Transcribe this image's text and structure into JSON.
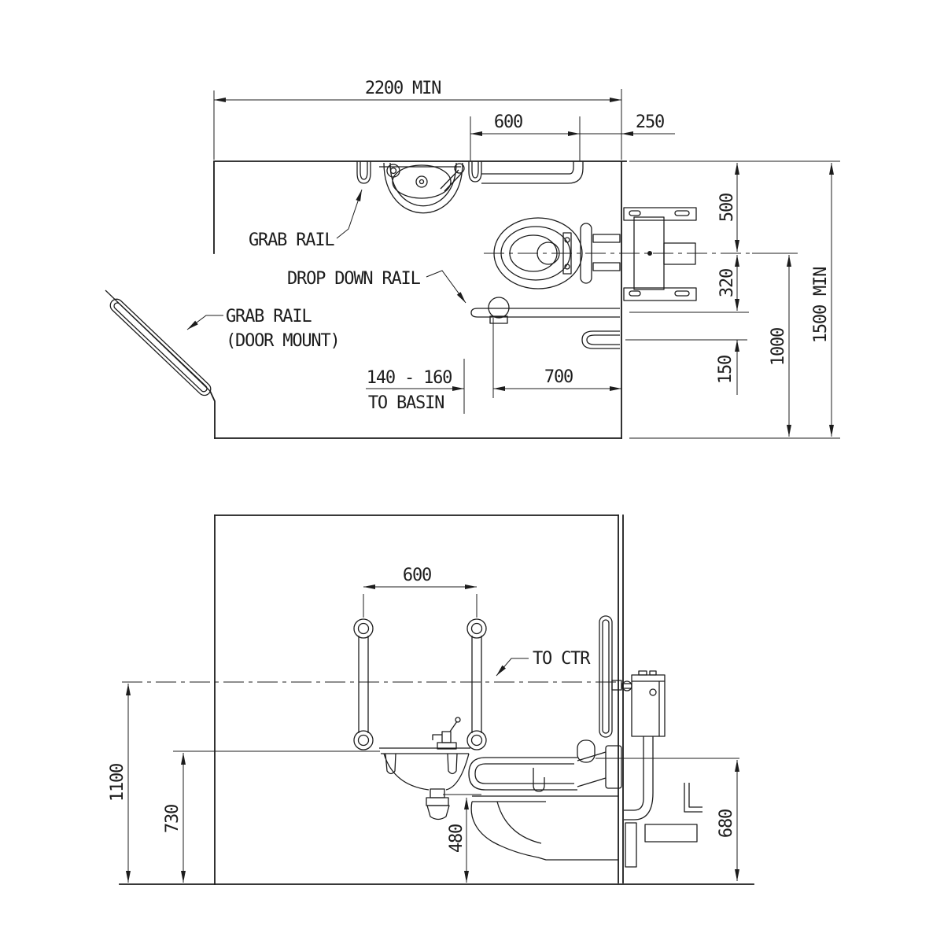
{
  "drawing_type": "accessible-wc-room-layout",
  "colors": {
    "line": "#1c1c1c",
    "background": "#ffffff"
  },
  "plan_view": {
    "labels": {
      "grab_rail": "GRAB RAIL",
      "drop_down_rail": "DROP DOWN RAIL",
      "door_grab_rail_line1": "GRAB RAIL",
      "door_grab_rail_line2": "(DOOR MOUNT)",
      "basin_offset_line1": "140 - 160",
      "basin_offset_line2": "TO BASIN"
    },
    "dimensions": {
      "room_width": "2200 MIN",
      "rail_length": "600",
      "rail_to_corner": "250",
      "wall_to_wc_centre": "500",
      "wc_centre_to_rail": "320",
      "rail_to_holder": "150",
      "wc_centre_to_side_wall": "1000",
      "room_depth": "1500 MIN",
      "rail_projection": "700"
    }
  },
  "elevation_view": {
    "labels": {
      "to_ctr": "TO CTR"
    },
    "dimensions": {
      "rail_spacing": "600",
      "rail_centre_height": "1100",
      "basin_height": "730",
      "seat_height": "480",
      "cistern_rail_height": "680"
    }
  }
}
